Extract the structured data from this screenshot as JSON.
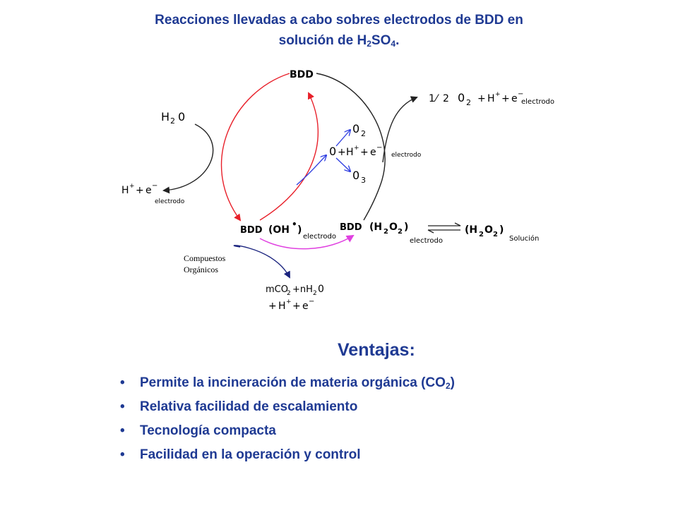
{
  "title": {
    "line1": "Reacciones llevadas a cabo sobres electrodos de BDD en",
    "line2_pre": "solución de H",
    "line2_sub1": "2",
    "line2_mid": "SO",
    "line2_sub2": "4",
    "line2_post": "."
  },
  "diagram": {
    "bdd_top": "BDD",
    "water_main": "H",
    "water_sub": "2",
    "water_o": "0",
    "hplus_left": "H",
    "plus": "+",
    "minus": "−",
    "plus_sign": "+",
    "e_letter": "e",
    "electrodo": "electrodo",
    "half": "1",
    "slash": "⁄",
    "two": "2",
    "o2_o": "0",
    "o2_sub": "2",
    "o_radical": "0",
    "o3_o": "0",
    "o3_sub": "3",
    "bdd_oh": "BDD",
    "oh_text": "(OH",
    "radical_dot": "•",
    "close_paren": ")",
    "bdd_h2o2": "BDD",
    "h2o2_open": "(H",
    "h2o2_sub1": "2",
    "h2o2_o": "O",
    "h2o2_sub2": "2",
    "h2o2_close": ")",
    "solucion": "Solución",
    "compuestos": "Compuestos",
    "organicos": "Orgánicos",
    "mco2": "mCO",
    "nh2o_plus": "+nH",
    "nh2o_o": "0"
  },
  "ventajas": {
    "title": "Ventajas:",
    "bullet_char": "•",
    "items": [
      "Permite la incineración de materia orgánica (CO",
      "Relativa facilidad de escalamiento",
      "Tecnología compacta",
      "Facilidad en la operación y control"
    ],
    "item0_sub": "2",
    "item0_close": ")"
  },
  "colors": {
    "title": "#1F3A93",
    "red_arrow": "#E8202A",
    "magenta_arrow": "#E040E0",
    "blue_arrow": "#2B3BE0",
    "navy_arrow": "#1A237E",
    "black_arrow": "#222222"
  }
}
